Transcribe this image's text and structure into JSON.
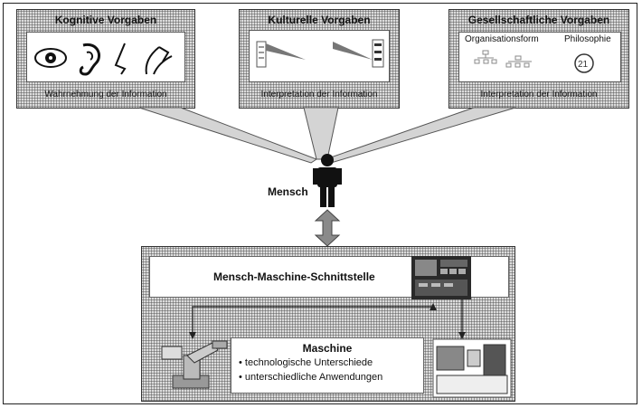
{
  "panels": {
    "cognitive": {
      "title": "Kognitive Vorgaben",
      "caption": "Wahrnehmung der Information"
    },
    "cultural": {
      "title": "Kulturelle Vorgaben",
      "caption": "Interpretation der Information"
    },
    "social": {
      "title": "Gesellschaftliche Vorgaben",
      "caption": "Interpretation der Information",
      "sub_left": "Organisationsform",
      "sub_right": "Philosophie"
    }
  },
  "human": {
    "label": "Mensch"
  },
  "interface": {
    "label": "Mensch-Maschine-Schnittstelle"
  },
  "machine": {
    "title": "Maschine",
    "bullets": [
      "• technologische Unterschiede",
      "• unterschiedliche Anwendungen"
    ]
  }
}
